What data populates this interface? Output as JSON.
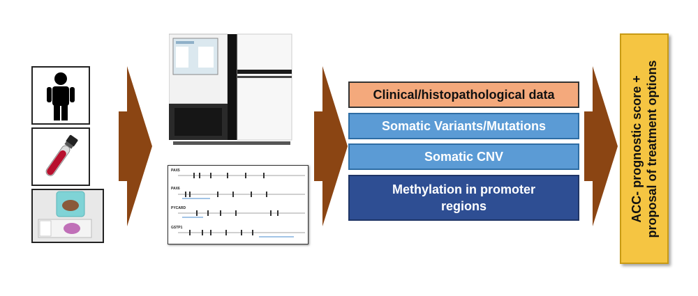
{
  "boxes": [
    {
      "label": "Clinical/histopathological data",
      "fill": "#f4a97c",
      "border": "#333333",
      "text_color": "#111111"
    },
    {
      "label": "Somatic Variants/Mutations",
      "fill": "#5b9bd5",
      "border": "#2e6da4",
      "text_color": "#ffffff"
    },
    {
      "label": "Somatic CNV",
      "fill": "#5b9bd5",
      "border": "#2e6da4",
      "text_color": "#ffffff"
    },
    {
      "label": "Methylation in promoter regions",
      "fill": "#2e4e93",
      "border": "#1f3566",
      "text_color": "#ffffff"
    }
  ],
  "outcome": {
    "line1": "ACC- prognostic score +",
    "line2": "proposal of treatment options",
    "fill": "#f5c542"
  },
  "genes": [
    "PAX5",
    "PAX6",
    "PYCARD",
    "GSTP1"
  ],
  "arrow_color": "#8b4513",
  "icons": [
    "person-icon",
    "blood-tube-icon",
    "tissue-slide-icon",
    "sequencer-icon"
  ]
}
